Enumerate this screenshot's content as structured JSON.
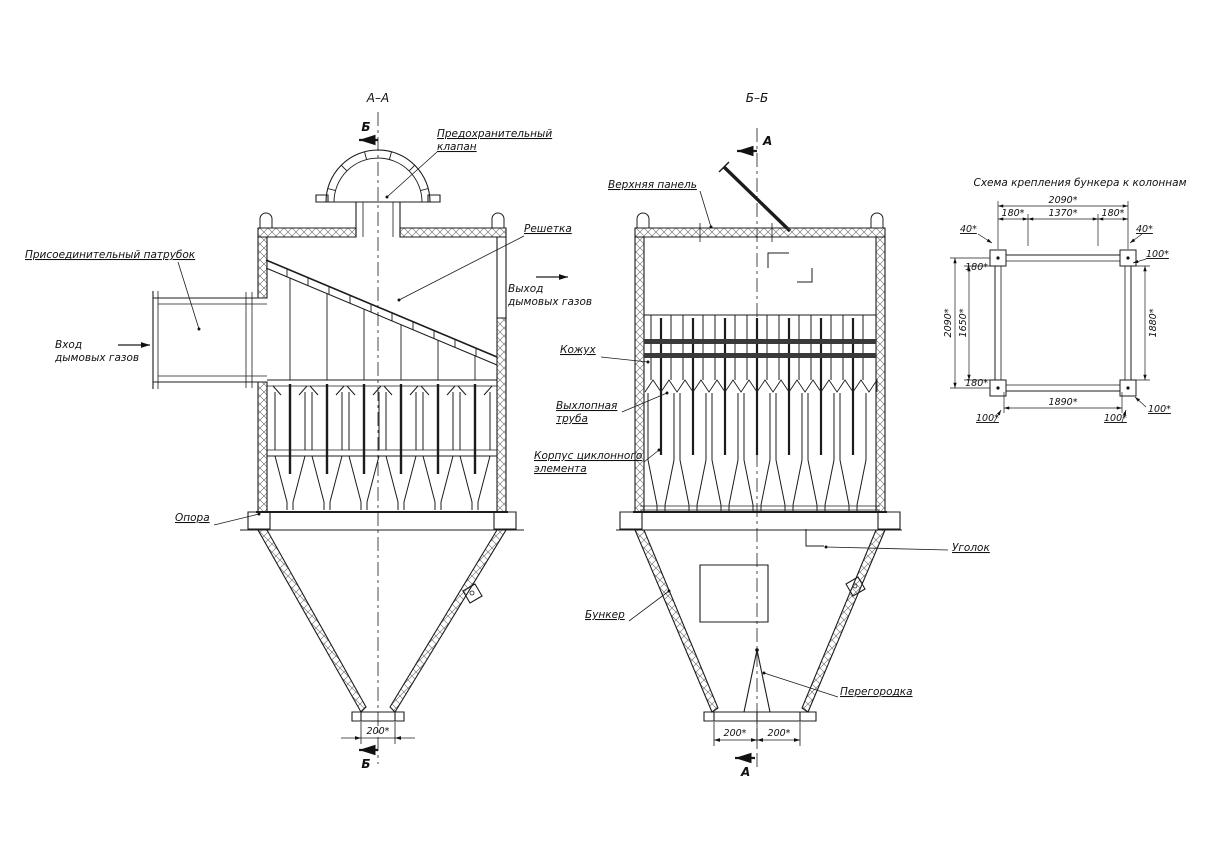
{
  "drawing": {
    "views": {
      "aa": {
        "title": "А–А",
        "marker": "Б",
        "labels": {
          "safety_valve": [
            "Предохранительный",
            "клапан"
          ],
          "grate": "Решетка",
          "inlet_pipe": "Присоединительный патрубок",
          "gas_inlet": [
            "Вход",
            "дымовых газов"
          ],
          "gas_outlet": [
            "Выход",
            "дымовых газов"
          ],
          "support": "Опора"
        },
        "dims": {
          "outlet": "200*"
        }
      },
      "bb": {
        "title": "Б–Б",
        "marker": "А",
        "labels": {
          "top_panel": "Верхняя панель",
          "casing": "Кожух",
          "exhaust_pipe": [
            "Выхлопная",
            "труба"
          ],
          "cyclone_body": [
            "Корпус циклонного",
            "элемента"
          ],
          "angle": "Уголок",
          "hopper": "Бункер",
          "partition": "Перегородка"
        },
        "dims": {
          "outlet_left": "200*",
          "outlet_right": "200*"
        }
      },
      "scheme": {
        "title": "Схема крепления бункера к колоннам",
        "dims": {
          "top_total": "2090*",
          "top_left": "180*",
          "top_mid": "1370*",
          "top_right": "180*",
          "offset_left": "40*",
          "offset_right": "40*",
          "corner_top_right": "100*",
          "side_left_outer": "2090*",
          "side_left_inner": "1650*",
          "side_left_top": "180*",
          "side_left_bottom": "180*",
          "side_right": "1880*",
          "bottom_total": "1890*",
          "bottom_left": "100*",
          "bottom_right": "100*",
          "corner_bottom_right": "100*"
        }
      }
    }
  }
}
